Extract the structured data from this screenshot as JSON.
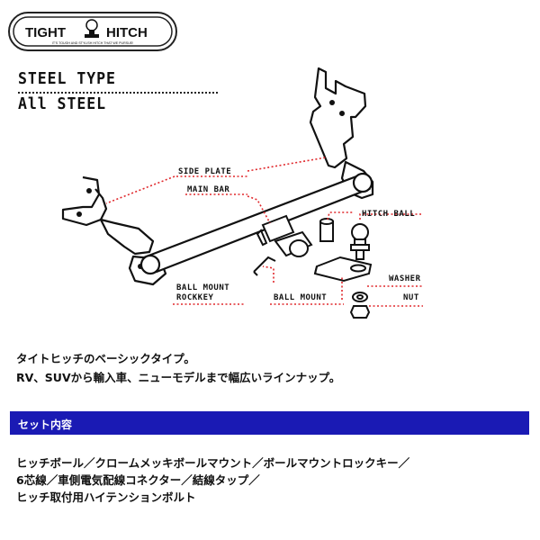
{
  "logo": {
    "brand_left": "TIGHT",
    "brand_right": "HITCH",
    "tagline": "IT'S TOUGH AND STYLISH HITCH THAT WE PURSUE!"
  },
  "heading": {
    "line1": "STEEL TYPE",
    "line2": "All STEEL"
  },
  "diagram": {
    "labels": {
      "side_plate": "SIDE PLATE",
      "main_bar": "MAIN BAR",
      "hitch_ball": "HITCH BALL",
      "washer": "WASHER",
      "nut": "NUT",
      "ball_mount_rockkey_1": "BALL MOUNT",
      "ball_mount_rockkey_2": "ROCKKEY",
      "ball_mount": "BALL MOUNT"
    },
    "colors": {
      "leader": "#e0282c",
      "line": "#111111"
    }
  },
  "description": {
    "line1": "タイトヒッチのベーシックタイプ。",
    "line2": "RV、SUVから輸入車、ニューモデルまで幅広いラインナップ。"
  },
  "set_contents": {
    "title": "セット内容",
    "bar_color": "#1a1ab4",
    "items_lines": [
      "ヒッチボール／クロームメッキボールマウント／ボールマウントロックキー／",
      "6芯線／車側電気配線コネクター／結線タップ／",
      "ヒッチ取付用ハイテンションボルト"
    ]
  }
}
